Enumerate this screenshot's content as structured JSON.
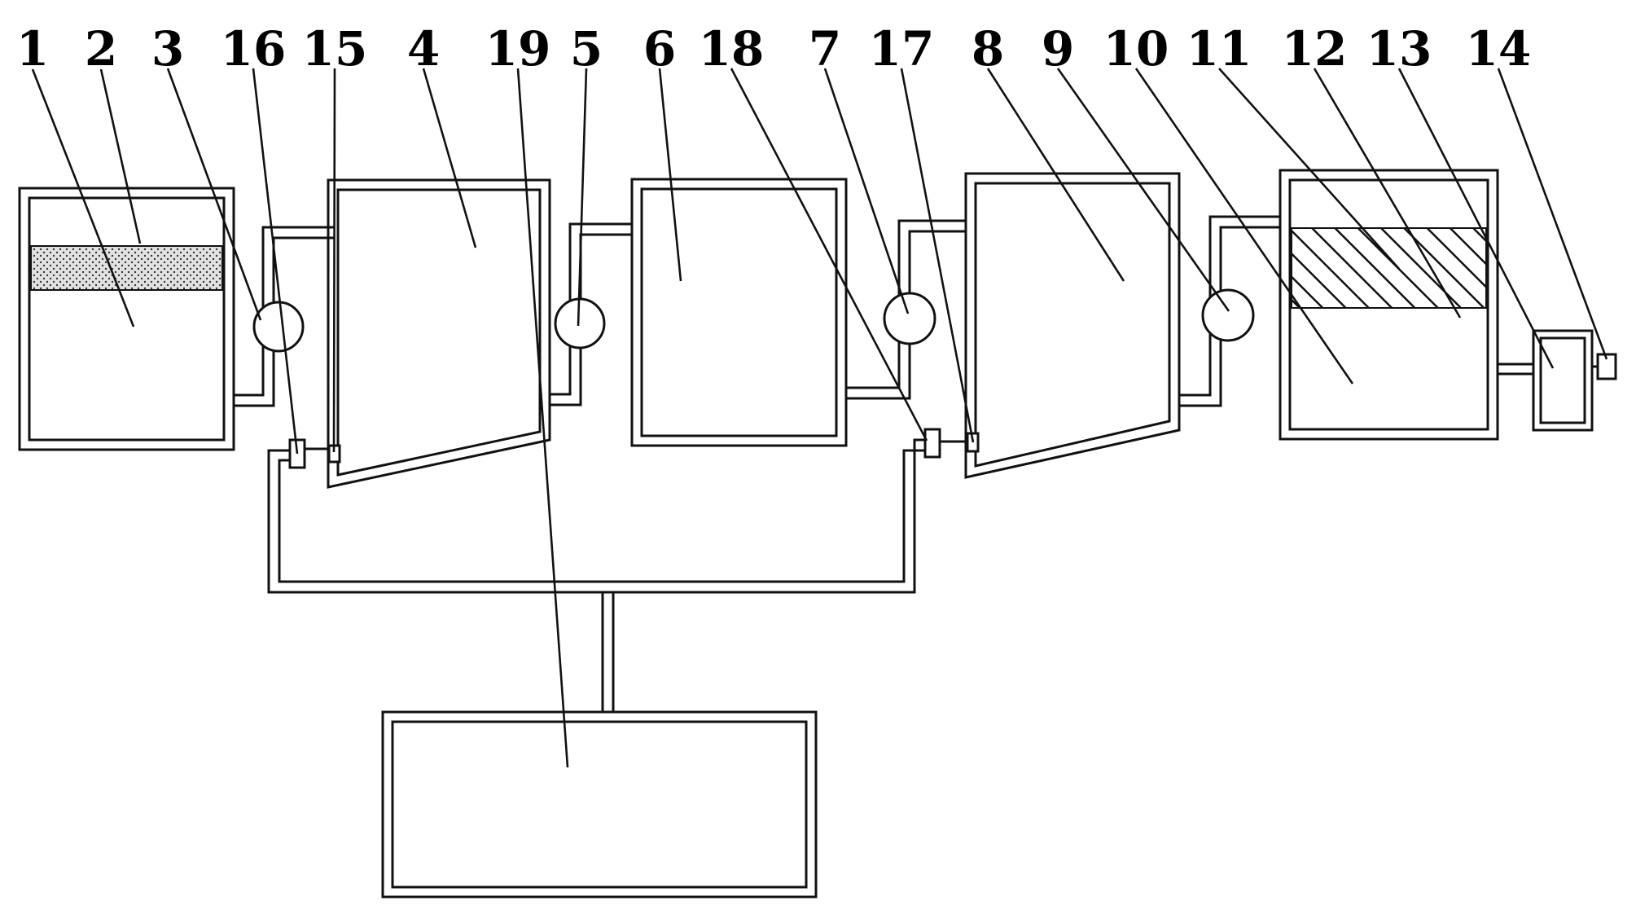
{
  "labels": [
    "1",
    "2",
    "3",
    "16",
    "15",
    "4",
    "19",
    "5",
    "6",
    "18",
    "7",
    "17",
    "8",
    "9",
    "10",
    "11",
    "12",
    "13",
    "14"
  ],
  "colors": {
    "ink": "#111111",
    "background": "#ffffff",
    "sand_layer": "#e2e2e2"
  },
  "patterns": {
    "media_layer_2": "dotted",
    "media_layer_11": "diagonal-hatch"
  }
}
